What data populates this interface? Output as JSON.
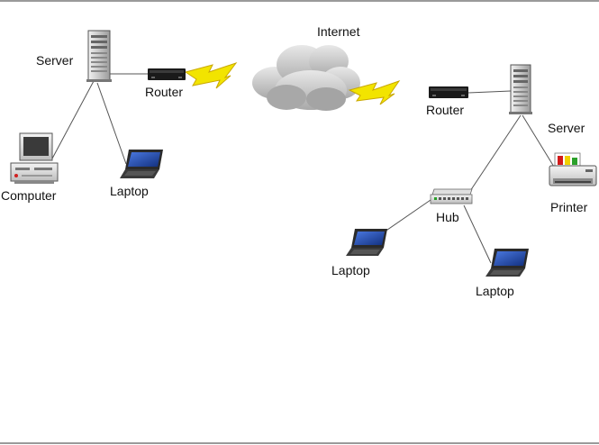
{
  "labels": {
    "internet": "Internet",
    "server_left": "Server",
    "router_left": "Router",
    "computer": "Computer",
    "laptop_left": "Laptop",
    "router_right": "Router",
    "server_right": "Server",
    "printer": "Printer",
    "hub": "Hub",
    "laptop_right_1": "Laptop",
    "laptop_right_2": "Laptop"
  },
  "colors": {
    "line": "#555555",
    "rule": "#9a9a9a",
    "lightning": "#f2e400",
    "lightning_edge": "#c9a800",
    "device_dark": "#1a1a1a",
    "device_light": "#d9d9d9",
    "screen": "#1f47b8",
    "cloud": "#b9b9b9",
    "printer_paper_red": "#d21a1a",
    "printer_paper_yellow": "#f0d000",
    "printer_paper_green": "#2aa02a",
    "computer_red": "#d02020"
  },
  "icons": [
    "server-icon",
    "router-icon",
    "cloud-icon",
    "lightning-icon",
    "desktop-computer-icon",
    "laptop-icon",
    "hub-icon",
    "printer-icon"
  ]
}
